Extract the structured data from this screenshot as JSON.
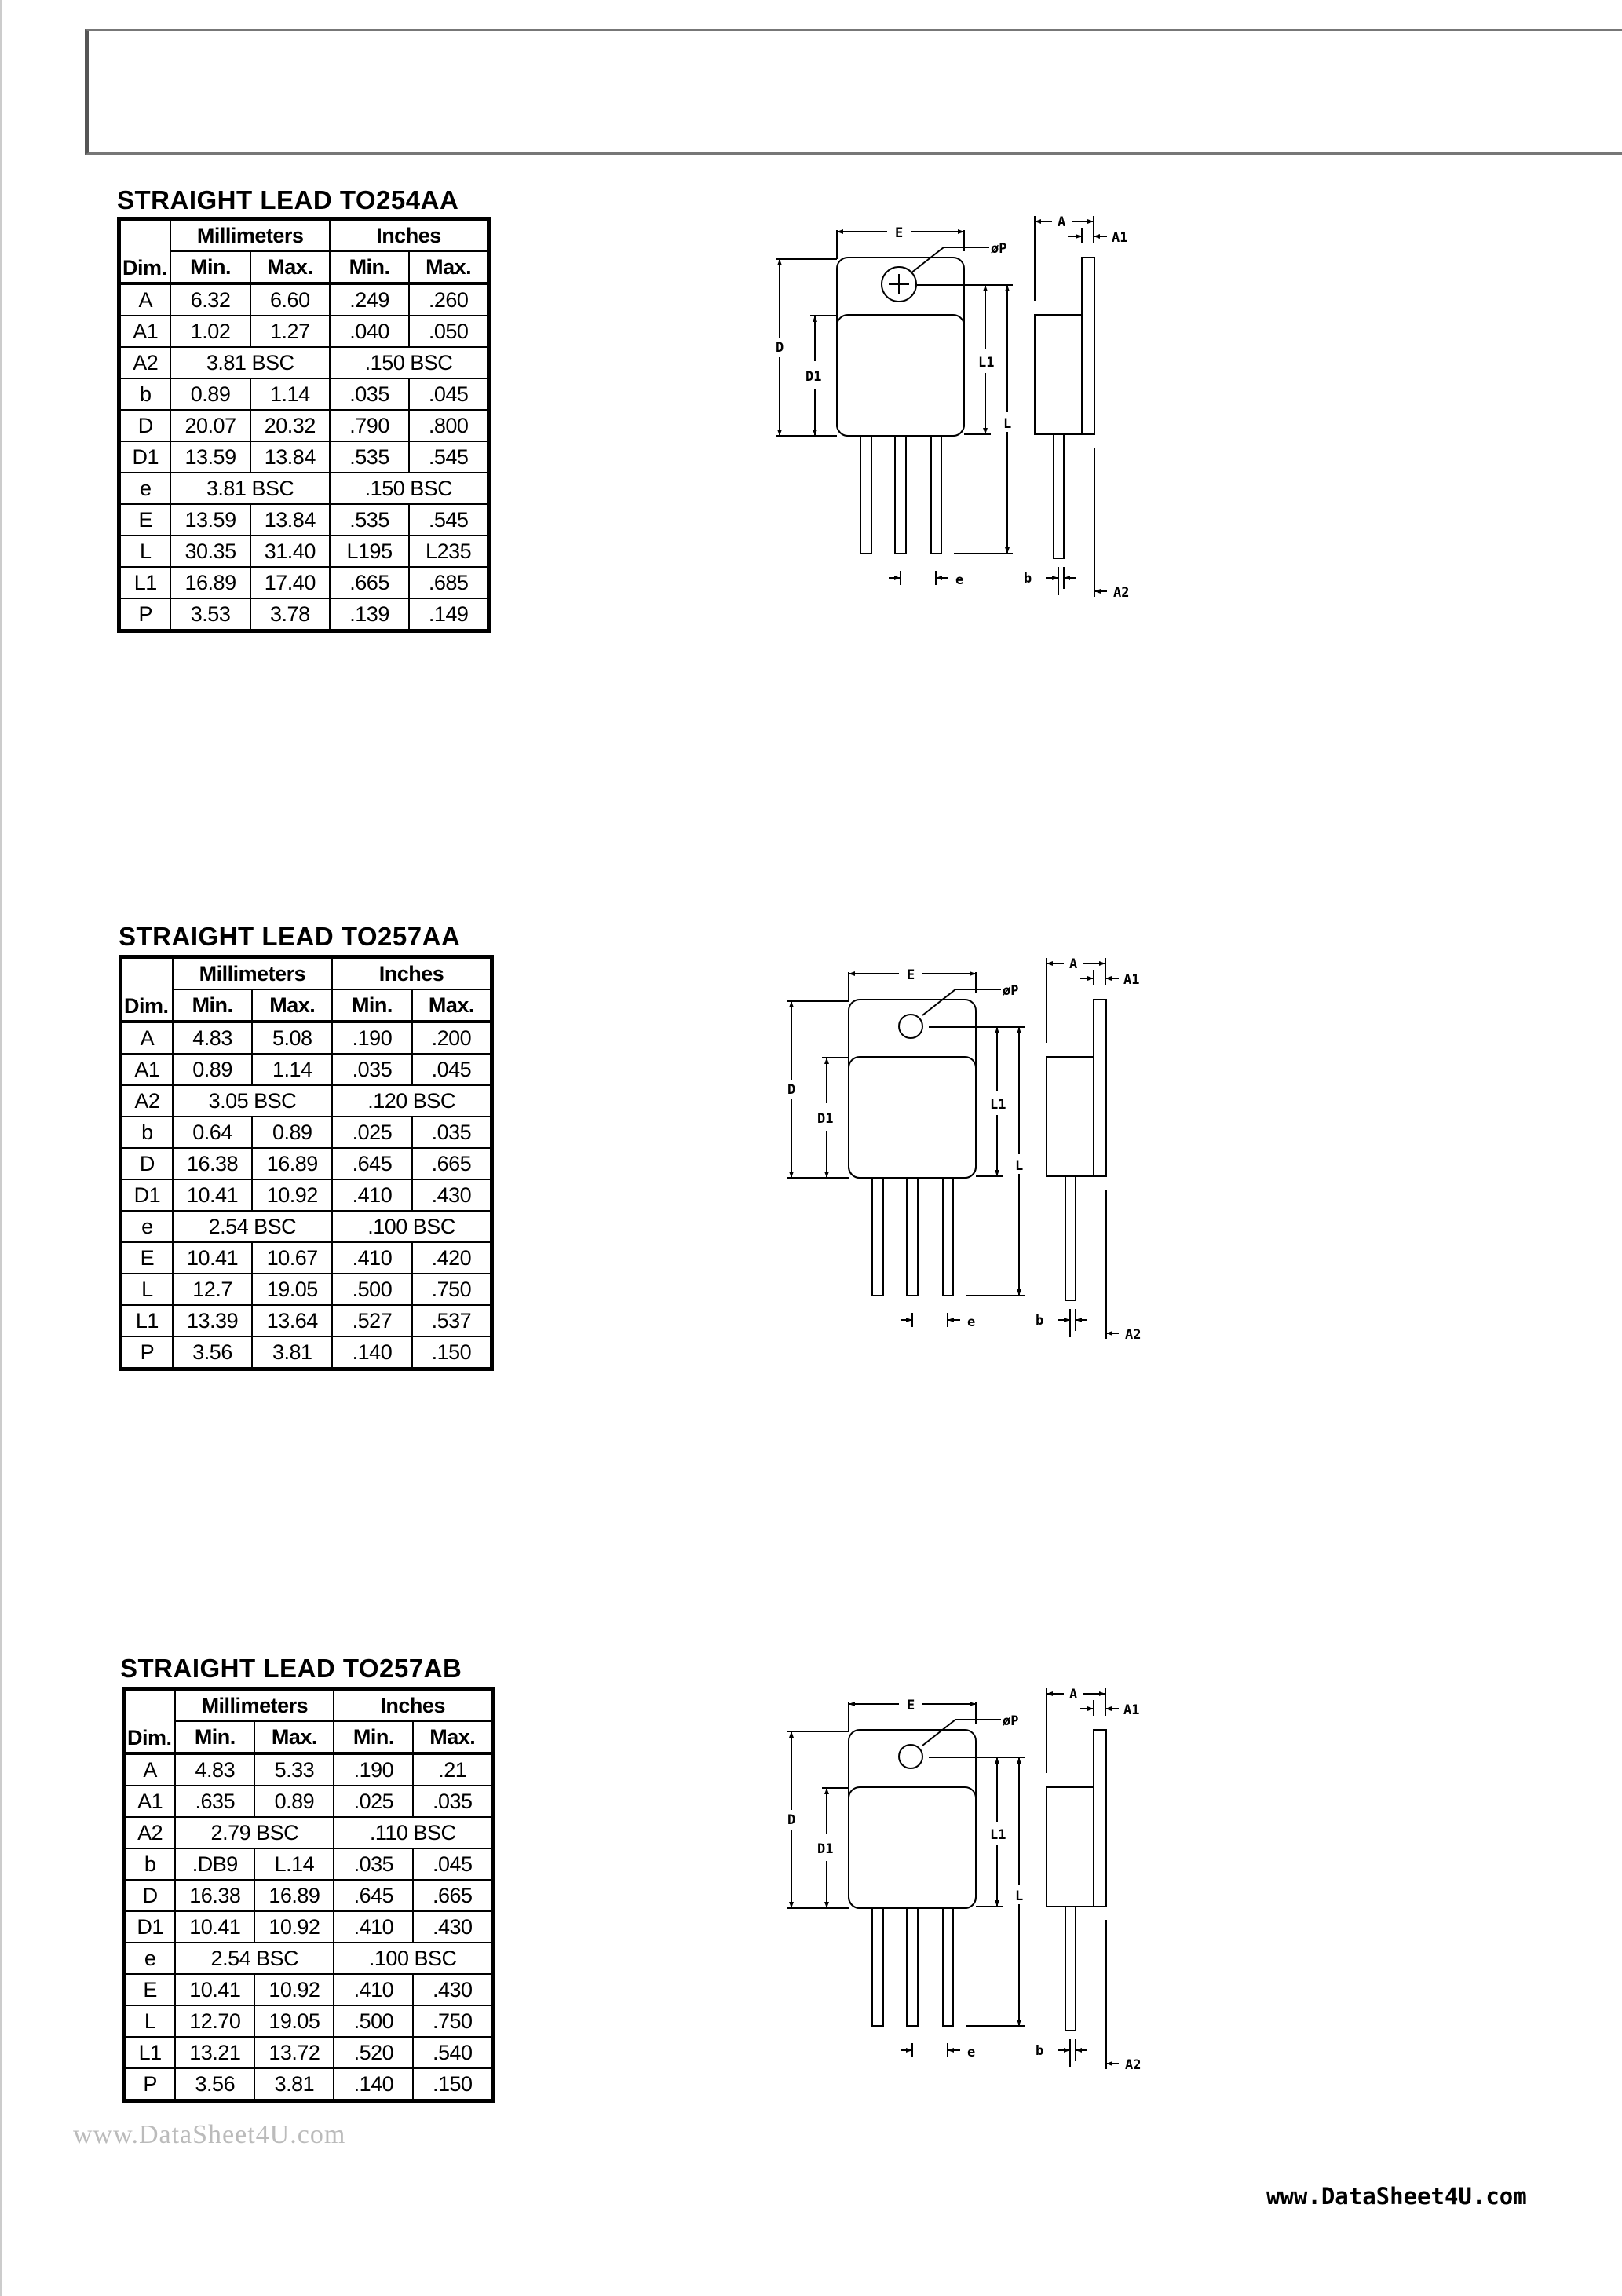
{
  "headers": {
    "dim": "Dim.",
    "mm": "Millimeters",
    "in": "Inches",
    "min": "Min.",
    "max": "Max."
  },
  "packages": [
    {
      "title": "STRAIGHT LEAD TO254AA",
      "rows": [
        {
          "dim": "A",
          "mm_min": "6.32",
          "mm_max": "6.60",
          "in_min": ".249",
          "in_max": ".260"
        },
        {
          "dim": "A1",
          "mm_min": "1.02",
          "mm_max": "1.27",
          "in_min": ".040",
          "in_max": ".050"
        },
        {
          "dim": "A2",
          "mm_bsc": "3.81  BSC",
          "in_bsc": ".150  BSC"
        },
        {
          "dim": "b",
          "mm_min": "0.89",
          "mm_max": "1.14",
          "in_min": ".035",
          "in_max": ".045"
        },
        {
          "dim": "D",
          "mm_min": "20.07",
          "mm_max": "20.32",
          "in_min": ".790",
          "in_max": ".800"
        },
        {
          "dim": "D1",
          "mm_min": "13.59",
          "mm_max": "13.84",
          "in_min": ".535",
          "in_max": ".545"
        },
        {
          "dim": "e",
          "mm_bsc": "3.81  BSC",
          "in_bsc": ".150  BSC"
        },
        {
          "dim": "E",
          "mm_min": "13.59",
          "mm_max": "13.84",
          "in_min": ".535",
          "in_max": ".545"
        },
        {
          "dim": "L",
          "mm_min": "30.35",
          "mm_max": "31.40",
          "in_min": "L195",
          "in_max": "L235"
        },
        {
          "dim": "L1",
          "mm_min": "16.89",
          "mm_max": "17.40",
          "in_min": ".665",
          "in_max": ".685"
        },
        {
          "dim": "P",
          "mm_min": "3.53",
          "mm_max": "3.78",
          "in_min": ".139",
          "in_max": ".149"
        }
      ]
    },
    {
      "title": "STRAIGHT LEAD TO257AA",
      "rows": [
        {
          "dim": "A",
          "mm_min": "4.83",
          "mm_max": "5.08",
          "in_min": ".190",
          "in_max": ".200"
        },
        {
          "dim": "A1",
          "mm_min": "0.89",
          "mm_max": "1.14",
          "in_min": ".035",
          "in_max": ".045"
        },
        {
          "dim": "A2",
          "mm_bsc": "3.05  BSC",
          "in_bsc": ".120  BSC"
        },
        {
          "dim": "b",
          "mm_min": "0.64",
          "mm_max": "0.89",
          "in_min": ".025",
          "in_max": ".035"
        },
        {
          "dim": "D",
          "mm_min": "16.38",
          "mm_max": "16.89",
          "in_min": ".645",
          "in_max": ".665"
        },
        {
          "dim": "D1",
          "mm_min": "10.41",
          "mm_max": "10.92",
          "in_min": ".410",
          "in_max": ".430"
        },
        {
          "dim": "e",
          "mm_bsc": "2.54  BSC",
          "in_bsc": ".100  BSC"
        },
        {
          "dim": "E",
          "mm_min": "10.41",
          "mm_max": "10.67",
          "in_min": ".410",
          "in_max": ".420"
        },
        {
          "dim": "L",
          "mm_min": "12.7",
          "mm_max": "19.05",
          "in_min": ".500",
          "in_max": ".750"
        },
        {
          "dim": "L1",
          "mm_min": "13.39",
          "mm_max": "13.64",
          "in_min": ".527",
          "in_max": ".537"
        },
        {
          "dim": "P",
          "mm_min": "3.56",
          "mm_max": "3.81",
          "in_min": ".140",
          "in_max": ".150"
        }
      ]
    },
    {
      "title": "STRAIGHT LEAD TO257AB",
      "rows": [
        {
          "dim": "A",
          "mm_min": "4.83",
          "mm_max": "5.33",
          "in_min": ".190",
          "in_max": ".21"
        },
        {
          "dim": "A1",
          "mm_min": ".635",
          "mm_max": "0.89",
          "in_min": ".025",
          "in_max": ".035"
        },
        {
          "dim": "A2",
          "mm_bsc": "2.79  BSC",
          "in_bsc": ".110  BSC"
        },
        {
          "dim": "b",
          "mm_min": ".DB9",
          "mm_max": "L.14",
          "in_min": ".035",
          "in_max": ".045"
        },
        {
          "dim": "D",
          "mm_min": "16.38",
          "mm_max": "16.89",
          "in_min": ".645",
          "in_max": ".665"
        },
        {
          "dim": "D1",
          "mm_min": "10.41",
          "mm_max": "10.92",
          "in_min": ".410",
          "in_max": ".430"
        },
        {
          "dim": "e",
          "mm_bsc": "2.54  BSC",
          "in_bsc": ".100  BSC"
        },
        {
          "dim": "E",
          "mm_min": "10.41",
          "mm_max": "10.92",
          "in_min": ".410",
          "in_max": ".430"
        },
        {
          "dim": "L",
          "mm_min": "12.70",
          "mm_max": "19.05",
          "in_min": ".500",
          "in_max": ".750"
        },
        {
          "dim": "L1",
          "mm_min": "13.21",
          "mm_max": "13.72",
          "in_min": ".520",
          "in_max": ".540"
        },
        {
          "dim": "P",
          "mm_min": "3.56",
          "mm_max": "3.81",
          "in_min": ".140",
          "in_max": ".150"
        }
      ]
    }
  ],
  "drawing_labels": {
    "E": "E",
    "P": "øP",
    "D": "D",
    "D1": "D1",
    "L1": "L1",
    "L": "L",
    "A": "A",
    "A1": "A1",
    "b": "b",
    "e": "e",
    "A2": "A2"
  },
  "watermark": "www.DataSheet4U.com",
  "footer": {
    "link": "www.DataSheet4U.com"
  }
}
